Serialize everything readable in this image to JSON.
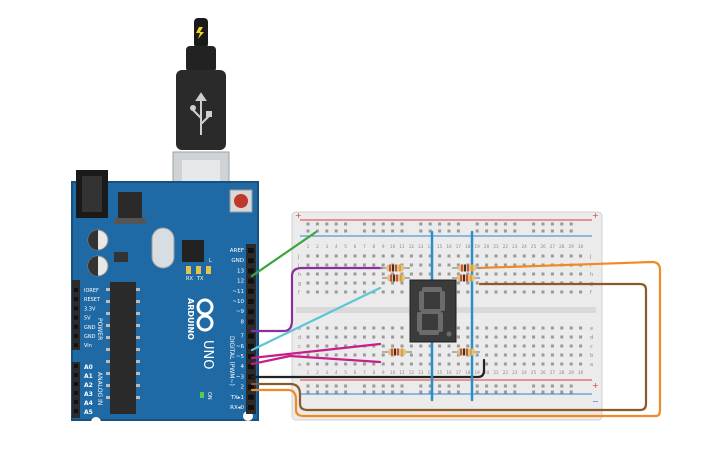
{
  "colors": {
    "board": "#1f6aa5",
    "board_dark": "#16507e",
    "header": "#2b2b2b",
    "breadboard": "#ebebeb",
    "rail_red": "#e23a3a",
    "rail_blue": "#3a7fd5",
    "wire_green": "#3aa640",
    "wire_purple": "#8b2e9e",
    "wire_cyan": "#5cc6d6",
    "wire_magenta": "#c51f8a",
    "wire_orange": "#f08a24",
    "wire_brown": "#8b5a2b",
    "wire_blue": "#2a8ec8",
    "wire_black": "#222222",
    "display_body": "#3b3b3b",
    "segment_off": "#6b6b6b"
  },
  "arduino": {
    "brand": "ARDUINO",
    "model": "UNO",
    "top_pins": [
      "AREF",
      "GND",
      "13",
      "12",
      "~11",
      "~10",
      "~9",
      "8",
      "7",
      "~6",
      "~5",
      "4",
      "~3",
      "2",
      "TX▸1",
      "RX◂0"
    ],
    "digital_label": "DIGITAL (PWM~)",
    "power_pins": [
      "IOREF",
      "RESET",
      "3.3V",
      "5V",
      "GND",
      "GND",
      "Vin"
    ],
    "power_label": "POWER",
    "analog_pins": [
      "A0",
      "A1",
      "A2",
      "A3",
      "A4",
      "A5"
    ],
    "analog_label": "ANALOG IN",
    "led_labels": [
      "L",
      "TX",
      "RX"
    ],
    "on_label": "ON"
  },
  "breadboard": {
    "plus": "+",
    "minus": "−",
    "row_letters_top": [
      "j",
      "i",
      "h",
      "g",
      "f"
    ],
    "row_letters_bottom": [
      "e",
      "d",
      "c",
      "b",
      "a"
    ],
    "col_numbers": [
      "1",
      "2",
      "3",
      "4",
      "5",
      "6",
      "7",
      "8",
      "9",
      "10",
      "11",
      "12",
      "13",
      "14",
      "15",
      "16",
      "17",
      "18",
      "19",
      "20",
      "21",
      "22",
      "23",
      "24",
      "25",
      "26",
      "27",
      "28",
      "29",
      "30"
    ]
  },
  "display": {
    "glyph": "8"
  },
  "usb_icon": "usb-icon",
  "bolt_icon": "lightning-icon"
}
